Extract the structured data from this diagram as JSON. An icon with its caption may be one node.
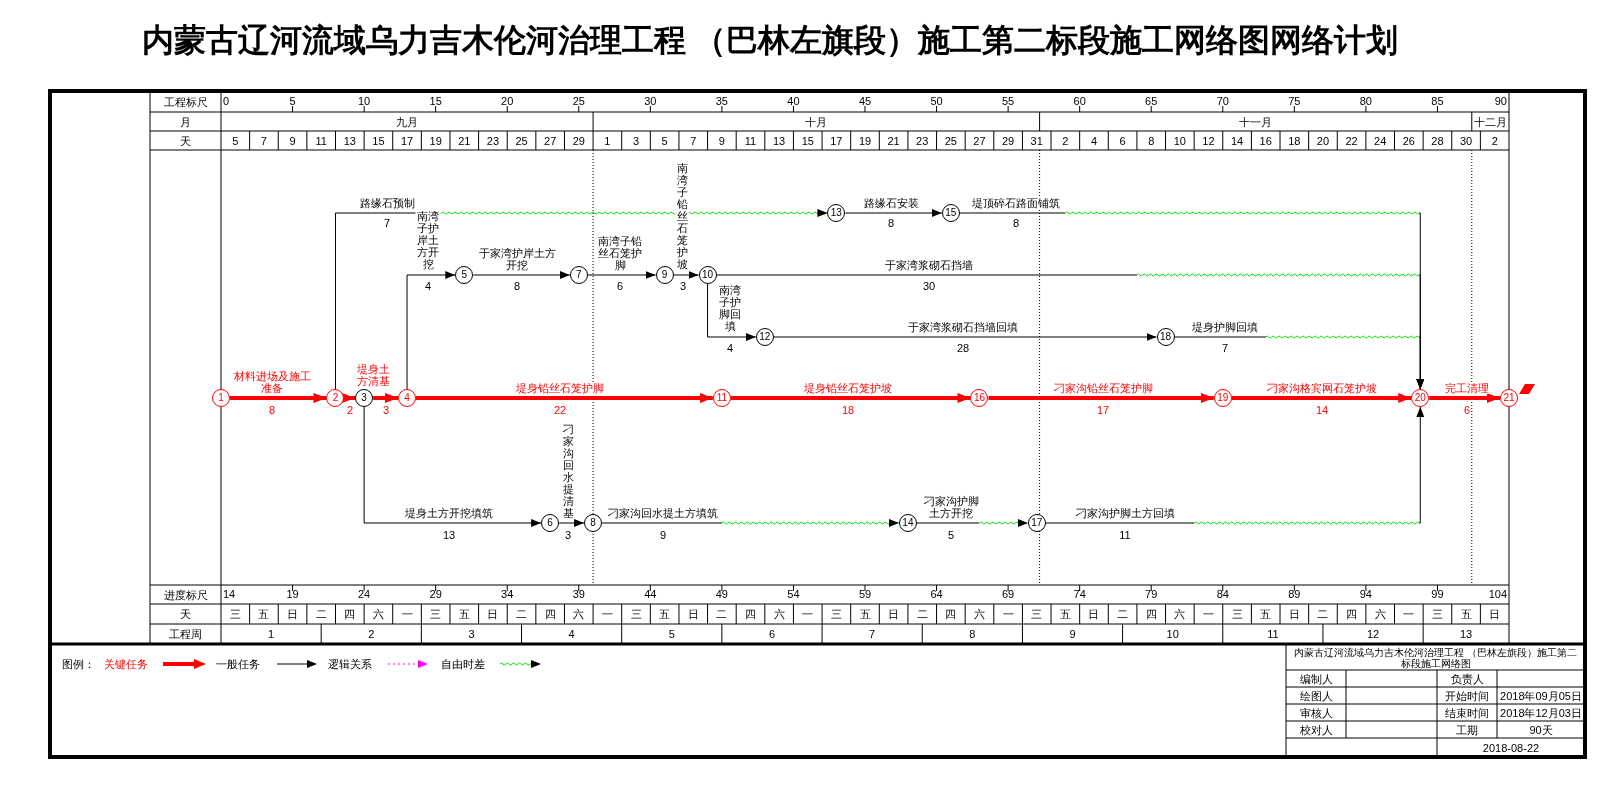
{
  "diagram": {
    "title": "内蒙古辽河流域乌力吉木伦河治理工程 （巴林左旗段）施工第二标段施工网络图网络计划",
    "nodes": [
      {
        "text": [
          "1"
        ]
      },
      {
        "text": [
          "2"
        ]
      },
      {
        "text": [
          "3"
        ]
      },
      {
        "text": [
          "4"
        ]
      },
      {
        "text": [
          "5"
        ]
      },
      {
        "text": [
          "6"
        ]
      },
      {
        "text": [
          "7"
        ]
      },
      {
        "text": [
          "8"
        ]
      },
      {
        "text": [
          "9"
        ]
      },
      {
        "text": [
          "10"
        ]
      },
      {
        "text": [
          "11"
        ]
      },
      {
        "text": [
          "12"
        ]
      },
      {
        "text": [
          "13"
        ]
      },
      {
        "text": [
          "14"
        ]
      },
      {
        "text": [
          "15"
        ]
      },
      {
        "text": [
          "16"
        ]
      },
      {
        "text": [
          "17"
        ]
      },
      {
        "text": [
          "18"
        ]
      },
      {
        "text": [
          "19"
        ]
      },
      {
        "text": [
          "20"
        ]
      },
      {
        "text": [
          "21"
        ]
      }
    ],
    "edges": [
      {
        "from": 0,
        "to": 1,
        "arrow": "to",
        "label": "材料进场及施工准备",
        "style": "thick",
        "color": "#ff0000"
      },
      {
        "from": 1,
        "to": 2,
        "arrow": "to",
        "label": "堤身土方清基",
        "style": "thick",
        "color": "#ff0000"
      },
      {
        "from": 2,
        "to": 3,
        "arrow": "to",
        "style": "thick",
        "color": "#ff0000"
      },
      {
        "from": 1,
        "to": 12,
        "arrow": "to",
        "label": "路缘石预制"
      },
      {
        "from": 3,
        "to": 4,
        "arrow": "to",
        "label": "南湾子护岸土方开挖"
      },
      {
        "from": 4,
        "to": 6,
        "arrow": "to",
        "label": "于家湾护岸土方开挖"
      },
      {
        "from": 6,
        "to": 8,
        "arrow": "to",
        "label": "南湾子铅丝石笼护脚"
      },
      {
        "from": 8,
        "to": 9,
        "arrow": "to",
        "label": "南湾子铅丝石笼护坡"
      },
      {
        "from": 9,
        "to": 19,
        "arrow": "to",
        "label": "于家湾浆砌石挡墙"
      },
      {
        "from": 9,
        "to": 11,
        "arrow": "to",
        "label": "南湾子护脚回填"
      },
      {
        "from": 11,
        "to": 17,
        "arrow": "to",
        "label": "于家湾浆砌石挡墙回填"
      },
      {
        "from": 17,
        "to": 19,
        "arrow": "to",
        "label": "堤身护脚回填"
      },
      {
        "from": 12,
        "to": 14,
        "arrow": "to",
        "label": "路缘石安装"
      },
      {
        "from": 14,
        "to": 19,
        "arrow": "to",
        "label": "堤顶碎石路面铺筑"
      },
      {
        "from": 3,
        "to": 10,
        "arrow": "to",
        "label": "堤身铅丝石笼护脚",
        "style": "thick",
        "color": "#ff0000"
      },
      {
        "from": 10,
        "to": 15,
        "arrow": "to",
        "label": "堤身铅丝石笼护坡",
        "style": "thick",
        "color": "#ff0000"
      },
      {
        "from": 15,
        "to": 18,
        "arrow": "to",
        "label": "刁家沟铅丝石笼护脚",
        "style": "thick",
        "color": "#ff0000"
      },
      {
        "from": 18,
        "to": 19,
        "arrow": "to",
        "label": "刁家沟格宾网石笼护坡",
        "style": "thick",
        "color": "#ff0000"
      },
      {
        "from": 19,
        "to": 20,
        "arrow": "to",
        "label": "完工清理",
        "style": "thick",
        "color": "#ff0000"
      },
      {
        "from": 2,
        "to": 5,
        "arrow": "to",
        "label": "堤身土方开挖填筑"
      },
      {
        "from": 5,
        "to": 7,
        "arrow": "to",
        "label": "刁家沟回水提清基"
      },
      {
        "from": 7,
        "to": 13,
        "arrow": "to",
        "label": "刁家沟回水提土方填筑"
      },
      {
        "from": 13,
        "to": 16,
        "arrow": "to",
        "label": "刁家沟护脚土方开挖"
      },
      {
        "from": 16,
        "to": 19,
        "arrow": "to",
        "label": "刁家沟护脚土方回填"
      }
    ],
    "labels": [
      "工程标尺",
      "0",
      "5",
      "10",
      "15",
      "20",
      "25",
      "30",
      "35",
      "40",
      "45",
      "50",
      "55",
      "60",
      "65",
      "70",
      "75",
      "80",
      "85",
      "90",
      "月",
      "九月",
      "十月",
      "十一月",
      "十二月",
      "天",
      "5",
      "7",
      "9",
      "11",
      "13",
      "15",
      "17",
      "19",
      "21",
      "23",
      "25",
      "27",
      "29",
      "1",
      "3",
      "5",
      "7",
      "9",
      "11",
      "13",
      "15",
      "17",
      "19",
      "21",
      "23",
      "25",
      "27",
      "29",
      "31",
      "2",
      "4",
      "6",
      "8",
      "10",
      "12",
      "14",
      "16",
      "18",
      "20",
      "22",
      "24",
      "26",
      "28",
      "30",
      "2",
      "8",
      "2",
      "3",
      "7",
      "4",
      "8",
      "6",
      "3",
      "30",
      "4",
      "28",
      "7",
      "8",
      "8",
      "22",
      "18",
      "17",
      "14",
      "6",
      "13",
      "3",
      "9",
      "5",
      "11",
      "进度标尺",
      "14",
      "19",
      "24",
      "29",
      "34",
      "39",
      "44",
      "49",
      "54",
      "59",
      "64",
      "69",
      "74",
      "79",
      "84",
      "89",
      "94",
      "99",
      "104",
      "天",
      "三",
      "五",
      "日",
      "二",
      "四",
      "六",
      "一",
      "三",
      "五",
      "日",
      "二",
      "四",
      "六",
      "一",
      "三",
      "五",
      "日",
      "二",
      "四",
      "六",
      "一",
      "三",
      "五",
      "日",
      "二",
      "四",
      "六",
      "一",
      "三",
      "五",
      "日",
      "二",
      "四",
      "六",
      "一",
      "三",
      "五",
      "日",
      "二",
      "四",
      "六",
      "一",
      "三",
      "五",
      "日",
      "工程周",
      "1",
      "2",
      "3",
      "4",
      "5",
      "6",
      "7",
      "8",
      "9",
      "10",
      "11",
      "12",
      "13",
      "图例：",
      "内蒙古辽河流域乌力吉木伦河治理工程 （巴林左旗段）施工第二标段施工网络图",
      "编制人",
      "负责人",
      "绘图人",
      "开始时间",
      "2018年09月05日",
      "审核人",
      "结束时间",
      "2018年12月03日",
      "校对人",
      "工期",
      "90天",
      "2018-08-22"
    ],
    "legend": [
      {
        "text": "关键任务"
      },
      {
        "text": "一般任务"
      },
      {
        "text": "逻辑关系"
      },
      {
        "text": "自由时差"
      }
    ]
  }
}
